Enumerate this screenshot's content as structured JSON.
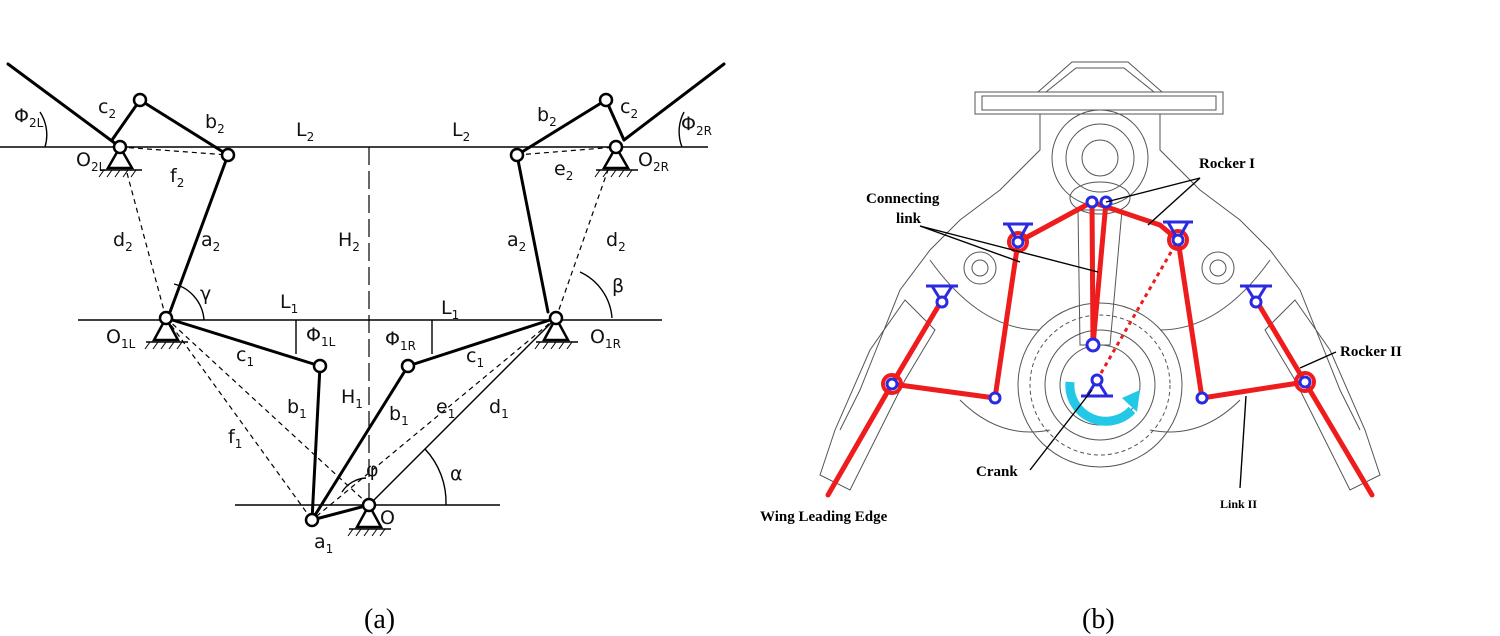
{
  "panel_a": {
    "caption": "(a)",
    "labels": {
      "phi2L": [
        "Φ",
        "2L"
      ],
      "c2_left": [
        "c",
        "2"
      ],
      "b2_left": [
        "b",
        "2"
      ],
      "L2_left": [
        "L",
        "2"
      ],
      "O2L": [
        "O",
        "2L"
      ],
      "f2": [
        "f",
        "2"
      ],
      "d2_left": [
        "d",
        "2"
      ],
      "a2_left": [
        "a",
        "2"
      ],
      "gamma": "γ",
      "O1L": [
        "O",
        "1L"
      ],
      "c1_left": [
        "c",
        "1"
      ],
      "b1_left": [
        "b",
        "1"
      ],
      "f1": [
        "f",
        "1"
      ],
      "a1": [
        "a",
        "1"
      ],
      "H2": [
        "H",
        "2"
      ],
      "H1": [
        "H",
        "1"
      ],
      "L1_left": [
        "L",
        "1"
      ],
      "phi1L": [
        "Φ",
        "1L"
      ],
      "phi": "φ",
      "O": "O",
      "L1_right": [
        "L",
        "1"
      ],
      "phi1R": [
        "Φ",
        "1R"
      ],
      "c1_right": [
        "c",
        "1"
      ],
      "b1_right": [
        "b",
        "1"
      ],
      "e1": [
        "e",
        "1"
      ],
      "d1": [
        "d",
        "1"
      ],
      "alpha": "α",
      "O1R": [
        "O",
        "1R"
      ],
      "beta": "β",
      "d2_right": [
        "d",
        "2"
      ],
      "a2_right": [
        "a",
        "2"
      ],
      "L2_right": [
        "L",
        "2"
      ],
      "b2_right": [
        "b",
        "2"
      ],
      "c2_right": [
        "c",
        "2"
      ],
      "phi2R": [
        "Φ",
        "2R"
      ],
      "O2R": [
        "O",
        "2R"
      ],
      "e2": [
        "e",
        "2"
      ]
    }
  },
  "panel_b": {
    "caption": "(b)",
    "labels": {
      "rocker1": "Rocker I",
      "connecting_link": "Connecting\nlink",
      "rocker2": "Rocker II",
      "crank": "Crank",
      "link2": "Link II",
      "wing_leading_edge": "Wing Leading Edge"
    },
    "colors": {
      "linkage": "#ee1c1c",
      "joints": "#2a2ae0",
      "rotation_arrow": "#22c8e6"
    }
  }
}
